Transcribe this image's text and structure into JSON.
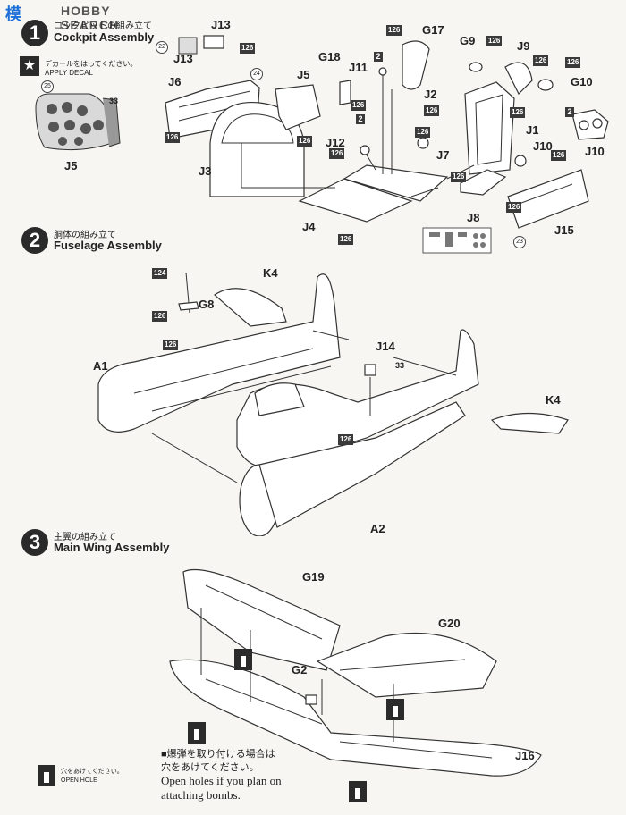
{
  "watermark": {
    "logo": "模",
    "text": "HOBBY SEARCH"
  },
  "steps": [
    {
      "num": "1",
      "jp": "コックピットの組み立て",
      "en": "Cockpit Assembly"
    },
    {
      "num": "2",
      "jp": "胴体の組み立て",
      "en": "Fuselage Assembly"
    },
    {
      "num": "3",
      "jp": "主翼の組み立て",
      "en": "Main Wing Assembly"
    }
  ],
  "decal_note": {
    "jp": "デカールをはってください。",
    "en": "APPLY DECAL"
  },
  "labels": {
    "J13a": "J13",
    "J13b": "J13",
    "J6": "J6",
    "J5a": "J5",
    "J5b": "J5",
    "J3": "J3",
    "J4": "J4",
    "G18": "G18",
    "J11": "J11",
    "J12": "J12",
    "G17": "G17",
    "G9": "G9",
    "J9": "J9",
    "G10": "G10",
    "J2": "J2",
    "J1": "J1",
    "J7": "J7",
    "J8": "J8",
    "J10a": "J10",
    "J10b": "J10",
    "J15": "J15",
    "K4a": "K4",
    "K4b": "K4",
    "G8": "G8",
    "A1": "A1",
    "A2": "A2",
    "J14": "J14",
    "G19": "G19",
    "G20": "G20",
    "G2": "G2",
    "J16": "J16"
  },
  "codes": {
    "c126": "126",
    "c124": "124",
    "c2": "2",
    "c22": "22",
    "c24": "24",
    "c25": "25",
    "c23": "23",
    "c33": "33"
  },
  "bomb_note": {
    "jp1": "■爆弾を取り付ける場合は",
    "jp2": "穴をあけてください。",
    "en1": "Open holes if you plan on",
    "en2": "attaching bombs."
  },
  "open_hole": {
    "jp": "穴をあけてください。",
    "en": "OPEN HOLE"
  }
}
